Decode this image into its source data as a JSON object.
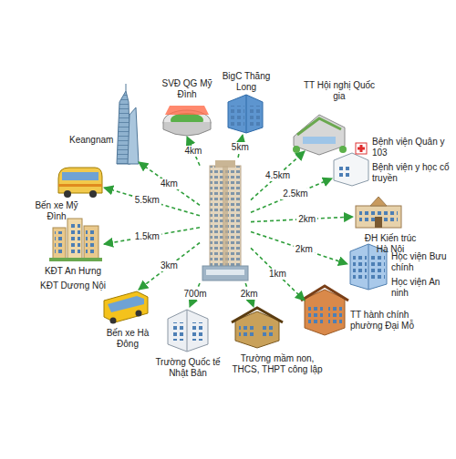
{
  "diagram": {
    "nodes": [
      {
        "text": [
          "SVĐ QG Mỹ Đình"
        ]
      },
      {
        "text": [
          "BigC Thăng Long"
        ]
      },
      {
        "text": [
          "TT Hội nghị Quốc gia"
        ]
      },
      {
        "text": [
          "Keangnam"
        ]
      },
      {
        "text": [
          "Bệnh viện Quân y 103",
          "Bệnh viện y học cổ truyền"
        ]
      },
      {
        "text": [
          "Bến xe Mỹ Đình"
        ]
      },
      {
        "text": [
          "ĐH Kiến trúc Hà Nội"
        ]
      },
      {
        "text": [
          "KĐT An Hưng",
          "KĐT Dương Nội"
        ]
      },
      {
        "text": [
          "Học viện Bưu chính",
          "Học viện An ninh"
        ]
      },
      {
        "text": [
          "TT hành chính phường Đại Mỗ"
        ]
      },
      {
        "text": [
          "Bến xe Hà Đông"
        ]
      },
      {
        "text": [
          "Trường Quốc tế Nhật Bản"
        ]
      },
      {
        "text": [
          "Trường mầm non, THCS, THPT công lập"
        ]
      }
    ],
    "labels": [
      "4km",
      "5km",
      "4.5km",
      "4km",
      "2.5km",
      "5.5km",
      "2km",
      "1.5km",
      "2km",
      "1km",
      "3km",
      "700m",
      "2km"
    ]
  }
}
